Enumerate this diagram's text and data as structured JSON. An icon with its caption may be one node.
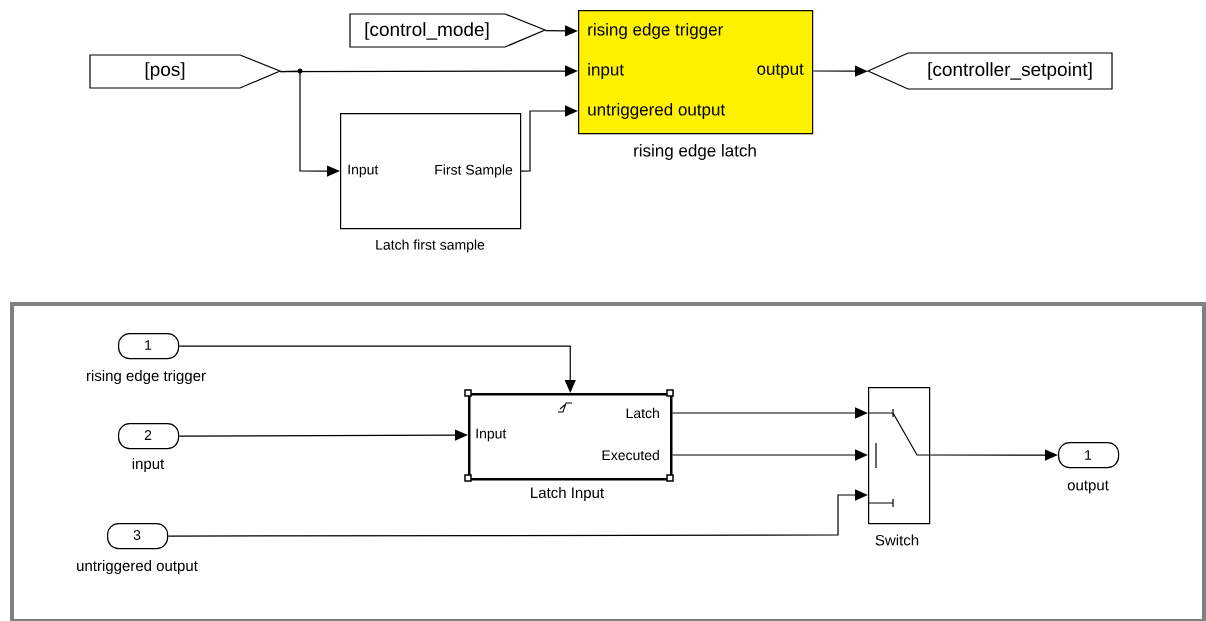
{
  "diagram": {
    "nodes": [
      {
        "text": [
          "[pos]"
        ]
      },
      {
        "text": [
          "[control_mode]"
        ]
      },
      {
        "text": [
          "rising edge trigger",
          "input",
          "untriggered output",
          "output"
        ],
        "beside": [
          "rising edge latch"
        ]
      },
      {
        "text": [
          "Input",
          "First Sample"
        ],
        "beside": [
          "Latch first sample"
        ]
      },
      {
        "text": [
          "[controller_setpoint]"
        ]
      },
      {
        "text": [],
        "shape": "box"
      },
      {
        "text": [
          "1"
        ],
        "beside": [
          "rising edge trigger"
        ],
        "in": 5
      },
      {
        "text": [
          "2"
        ],
        "beside": [
          "input"
        ],
        "in": 5
      },
      {
        "text": [
          "3"
        ],
        "beside": [
          "untriggered output"
        ],
        "in": 5
      },
      {
        "text": [
          "Input",
          "Latch",
          "Executed"
        ],
        "beside": [
          "Latch Input"
        ],
        "in": 5
      },
      {
        "text": [],
        "shape": "box",
        "beside": [
          "Switch"
        ],
        "in": 5
      },
      {
        "text": [
          "1"
        ],
        "beside": [
          "output"
        ],
        "in": 5
      }
    ],
    "edges": [
      {
        "from": 1,
        "to": 2,
        "arrow": "to"
      },
      {
        "from": 0,
        "to": 2,
        "arrow": "to"
      },
      {
        "from": 0,
        "to": 3,
        "arrow": "to"
      },
      {
        "from": 3,
        "to": 2,
        "arrow": "to"
      },
      {
        "from": 2,
        "to": 4,
        "arrow": "to"
      },
      {
        "from": 6,
        "to": 9,
        "arrow": "to"
      },
      {
        "from": 7,
        "to": 9,
        "arrow": "to"
      },
      {
        "from": 9,
        "to": 10,
        "arrow": "to"
      },
      {
        "from": 9,
        "to": 10,
        "arrow": "to"
      },
      {
        "from": 8,
        "to": 10,
        "arrow": "to"
      },
      {
        "from": 10,
        "to": 11,
        "arrow": "to"
      }
    ]
  }
}
